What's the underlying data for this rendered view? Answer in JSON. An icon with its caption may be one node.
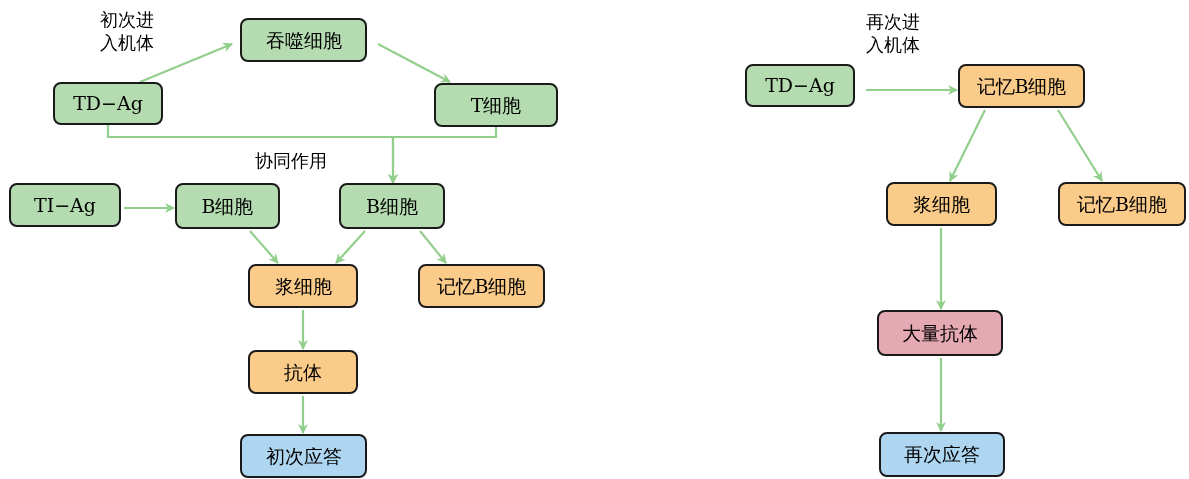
{
  "diagram": {
    "nodes": [
      {
        "text": [
          "TD−Ag"
        ]
      },
      {
        "text": [
          "吞噬细胞"
        ]
      },
      {
        "text": [
          "T细胞"
        ]
      },
      {
        "text": [
          "TI−Ag"
        ]
      },
      {
        "text": [
          "B细胞"
        ]
      },
      {
        "text": [
          "B细胞"
        ]
      },
      {
        "text": [
          "浆细胞"
        ]
      },
      {
        "text": [
          "记忆B细胞"
        ]
      },
      {
        "text": [
          "抗体"
        ]
      },
      {
        "text": [
          "初次应答"
        ]
      },
      {
        "text": [
          "TD−Ag"
        ]
      },
      {
        "text": [
          "记忆B细胞"
        ]
      },
      {
        "text": [
          "浆细胞"
        ]
      },
      {
        "text": [
          "记忆B细胞"
        ]
      },
      {
        "text": [
          "大量抗体"
        ]
      },
      {
        "text": [
          "再次应答"
        ]
      }
    ],
    "edges": [
      {
        "from": 0,
        "to": 1,
        "arrow": "to",
        "label": "初次进入机体"
      },
      {
        "from": 1,
        "to": 2,
        "arrow": "to"
      },
      {
        "from": 0,
        "to": 5,
        "arrow": "to"
      },
      {
        "from": 2,
        "to": 5,
        "arrow": "to"
      },
      {
        "from": 3,
        "to": 4,
        "arrow": "to"
      },
      {
        "from": 4,
        "to": 6,
        "arrow": "to"
      },
      {
        "from": 5,
        "to": 6,
        "arrow": "to"
      },
      {
        "from": 5,
        "to": 7,
        "arrow": "to"
      },
      {
        "from": 6,
        "to": 8,
        "arrow": "to"
      },
      {
        "from": 8,
        "to": 9,
        "arrow": "to"
      },
      {
        "from": 10,
        "to": 11,
        "arrow": "to",
        "label": "再次进入机体"
      },
      {
        "from": 11,
        "to": 12,
        "arrow": "to"
      },
      {
        "from": 11,
        "to": 13,
        "arrow": "to"
      },
      {
        "from": 12,
        "to": 14,
        "arrow": "to"
      },
      {
        "from": 14,
        "to": 15,
        "arrow": "to"
      }
    ],
    "labels": [
      "协同作用"
    ]
  }
}
